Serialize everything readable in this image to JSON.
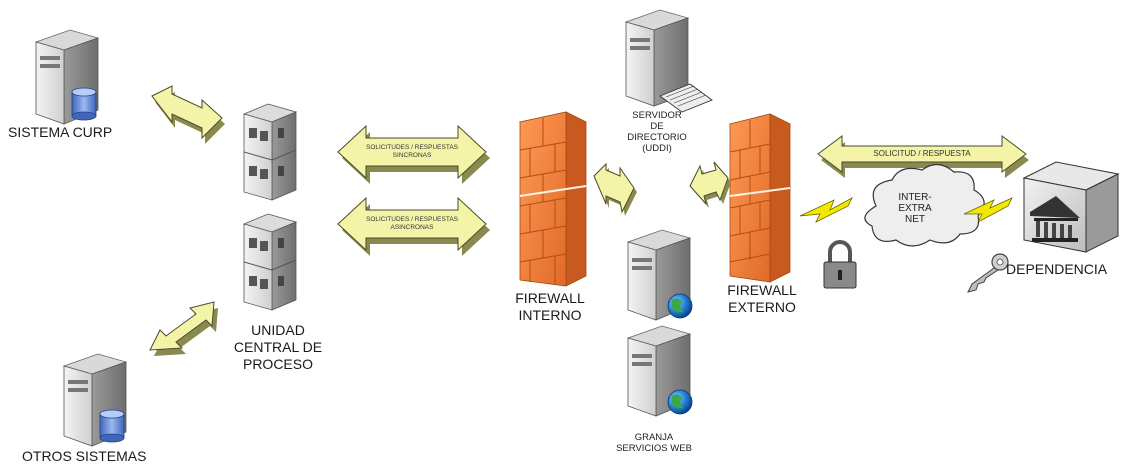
{
  "labels": {
    "sistema_curp": "SISTEMA CURP",
    "otros_sistemas": "OTROS SISTEMAS",
    "unidad_central": [
      "UNIDAD",
      "CENTRAL DE",
      "PROCESO"
    ],
    "firewall_interno": [
      "FIREWALL",
      "INTERNO"
    ],
    "firewall_externo": [
      "FIREWALL",
      "EXTERNO"
    ],
    "servidor_directorio": [
      "SERVIDOR",
      "DE",
      "DIRECTORIO",
      "(UDDI)"
    ],
    "granja": [
      "GRANJA",
      "SERVICIOS WEB"
    ],
    "dependencia": "DEPENDENCIA",
    "cloud": [
      "INTER-",
      "EXTRA",
      "NET"
    ],
    "arrow_sync": [
      "SOLICITUDES / RESPUESTAS",
      "SINCRONAS"
    ],
    "arrow_async": [
      "SOLICITUDES / RESPUESTAS",
      "ASINCRONAS"
    ],
    "arrow_request": "SOLICITUD / RESPUESTA"
  },
  "colors": {
    "arrow_fill": "#f4f4a8",
    "arrow_stroke": "#4a4a2a",
    "arrow_side": "#8a8a50",
    "firewall": "#f08040",
    "firewall_dark": "#c85a20",
    "server": "#e6e6e6",
    "server_dark": "#8c8c8c",
    "cloud": "#eeeeee",
    "lightning": "#f5e800"
  }
}
